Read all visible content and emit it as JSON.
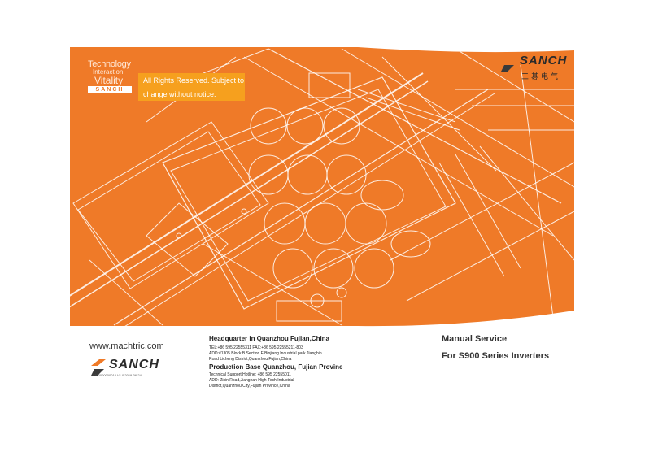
{
  "tagline": {
    "line1": "Technology",
    "line2": "Interaction",
    "line3": "Vitality",
    "line4": "SANCH"
  },
  "notice": {
    "line1": "All Rights Reserved. Subject to",
    "line2": "change without notice."
  },
  "brand": {
    "name": "SANCH",
    "chinese_name": "三碁电气",
    "website": "www.machtric.com",
    "doc_code": "0200000000010 V1.0 2019-06-24"
  },
  "headquarter": {
    "title": "Headquarter in Quanzhou Fujian,China",
    "tel_fax": "TEL:+86 595 22555311      FAX:+86 595 22555211-803",
    "address_line1": "ADD:#1305 Block B Section F Binjiang Industrial park Jiangbin",
    "address_line2": "Road Licheng District,Quanzhou,Fujian,China"
  },
  "production": {
    "title": "Production Base Quanzhou, Fujian Provine",
    "hotline": "Technical Support Hotline:  +86 595 22555011",
    "address_line1": "ADD: Zixin Road,Jiangnan High-Tech Industrial",
    "address_line2": "District,Quanzhou City,Fujian Province,China"
  },
  "manual": {
    "line1": "Manual Service",
    "line2": "For S900 Series Inverters"
  },
  "colors": {
    "orange": "#ef7a28",
    "notice_bg": "#f6a01e",
    "text": "#222222"
  }
}
